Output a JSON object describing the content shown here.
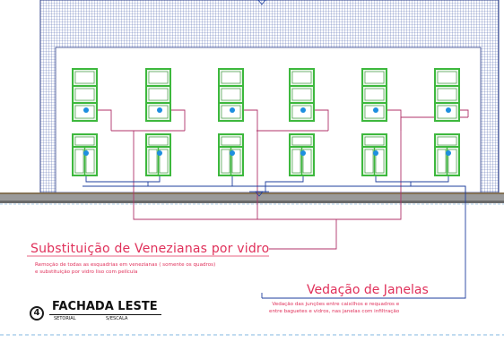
{
  "labels": {
    "venezianas_title": "Substituição de Venezianas por vidro",
    "venezianas_note_1": "Remoção de todas as esquadrias em venezianas ( somente os quadros)",
    "venezianas_note_2": "e substituição por vidro liso com película",
    "vedacao_title": "Vedação de Janelas",
    "vedacao_note_1": "Vedação das junções entre caixilhos e requadros e",
    "vedacao_note_2": "entre baguetes e vidros, nas janelas com infiltração",
    "elevation_number": "4",
    "elevation_title": "FACHADA LESTE",
    "subtitle_left": "SETORIAL",
    "subtitle_right": "S/ESCALA"
  },
  "colors": {
    "wall_hatch": "#5a6fb3",
    "window_frame": "#3db83d",
    "leader_magenta": "#b0336a",
    "leader_blue": "#1f3f9e",
    "marker_dot": "#1e8fe0",
    "annotation_text": "#e0305a",
    "ground": "#8a8a8a",
    "border_dash": "#5aa0d8"
  },
  "windows": {
    "columns": 6,
    "upper_row_panes": 3,
    "lower_row_panes": 2
  }
}
